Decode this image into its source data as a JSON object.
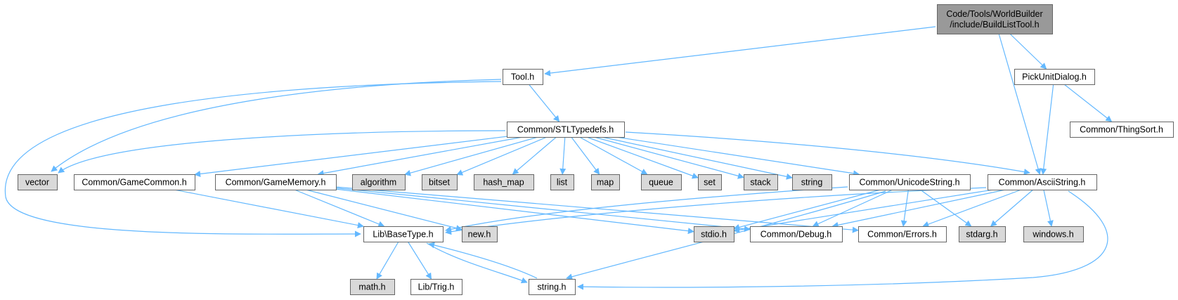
{
  "diagram": {
    "colors": {
      "root_fill": "#999999",
      "local_fill": "#ffffff",
      "system_fill": "#d9d9d9",
      "border": "#666666",
      "edge": "#63b8ff"
    },
    "nodes": [
      {
        "id": "buildlisttool",
        "kind": "root",
        "lines": [
          "Code/Tools/WorldBuilder",
          "/include/BuildListTool.h"
        ]
      },
      {
        "id": "tool",
        "kind": "local",
        "lines": [
          "Tool.h"
        ]
      },
      {
        "id": "pickunitdialog",
        "kind": "local",
        "lines": [
          "PickUnitDialog.h"
        ]
      },
      {
        "id": "stltypedefs",
        "kind": "local",
        "lines": [
          "Common/STLTypedefs.h"
        ]
      },
      {
        "id": "thingsort",
        "kind": "local",
        "lines": [
          "Common/ThingSort.h"
        ]
      },
      {
        "id": "vector",
        "kind": "system",
        "lines": [
          "vector"
        ]
      },
      {
        "id": "gamecommon",
        "kind": "local",
        "lines": [
          "Common/GameCommon.h"
        ]
      },
      {
        "id": "gamememory",
        "kind": "local",
        "lines": [
          "Common/GameMemory.h"
        ]
      },
      {
        "id": "algorithm",
        "kind": "system",
        "lines": [
          "algorithm"
        ]
      },
      {
        "id": "bitset",
        "kind": "system",
        "lines": [
          "bitset"
        ]
      },
      {
        "id": "hash_map",
        "kind": "system",
        "lines": [
          "hash_map"
        ]
      },
      {
        "id": "list",
        "kind": "system",
        "lines": [
          "list"
        ]
      },
      {
        "id": "map",
        "kind": "system",
        "lines": [
          "map"
        ]
      },
      {
        "id": "queue",
        "kind": "system",
        "lines": [
          "queue"
        ]
      },
      {
        "id": "set",
        "kind": "system",
        "lines": [
          "set"
        ]
      },
      {
        "id": "stack",
        "kind": "system",
        "lines": [
          "stack"
        ]
      },
      {
        "id": "string",
        "kind": "system",
        "lines": [
          "string"
        ]
      },
      {
        "id": "unicodestring",
        "kind": "local",
        "lines": [
          "Common/UnicodeString.h"
        ]
      },
      {
        "id": "asciistring",
        "kind": "local",
        "lines": [
          "Common/AsciiString.h"
        ]
      },
      {
        "id": "basetype",
        "kind": "local",
        "lines": [
          "Lib\\BaseType.h"
        ]
      },
      {
        "id": "new_h",
        "kind": "system",
        "lines": [
          "new.h"
        ]
      },
      {
        "id": "stdio_h",
        "kind": "system",
        "lines": [
          "stdio.h"
        ]
      },
      {
        "id": "debug",
        "kind": "local",
        "lines": [
          "Common/Debug.h"
        ]
      },
      {
        "id": "errors",
        "kind": "local",
        "lines": [
          "Common/Errors.h"
        ]
      },
      {
        "id": "stdarg_h",
        "kind": "system",
        "lines": [
          "stdarg.h"
        ]
      },
      {
        "id": "windows_h",
        "kind": "system",
        "lines": [
          "windows.h"
        ]
      },
      {
        "id": "math_h",
        "kind": "system",
        "lines": [
          "math.h"
        ]
      },
      {
        "id": "trig",
        "kind": "local",
        "lines": [
          "Lib/Trig.h"
        ]
      },
      {
        "id": "string_h",
        "kind": "local",
        "lines": [
          "string.h"
        ]
      }
    ],
    "edges": [
      {
        "from": "buildlisttool",
        "to": "tool"
      },
      {
        "from": "buildlisttool",
        "to": "pickunitdialog"
      },
      {
        "from": "buildlisttool",
        "to": "asciistring"
      },
      {
        "from": "tool",
        "to": "stltypedefs"
      },
      {
        "from": "tool",
        "to": "vector"
      },
      {
        "from": "tool",
        "to": "basetype"
      },
      {
        "from": "pickunitdialog",
        "to": "thingsort"
      },
      {
        "from": "pickunitdialog",
        "to": "asciistring"
      },
      {
        "from": "stltypedefs",
        "to": "vector"
      },
      {
        "from": "stltypedefs",
        "to": "gamecommon"
      },
      {
        "from": "stltypedefs",
        "to": "gamememory"
      },
      {
        "from": "stltypedefs",
        "to": "algorithm"
      },
      {
        "from": "stltypedefs",
        "to": "bitset"
      },
      {
        "from": "stltypedefs",
        "to": "hash_map"
      },
      {
        "from": "stltypedefs",
        "to": "list"
      },
      {
        "from": "stltypedefs",
        "to": "map"
      },
      {
        "from": "stltypedefs",
        "to": "queue"
      },
      {
        "from": "stltypedefs",
        "to": "set"
      },
      {
        "from": "stltypedefs",
        "to": "stack"
      },
      {
        "from": "stltypedefs",
        "to": "string"
      },
      {
        "from": "stltypedefs",
        "to": "unicodestring"
      },
      {
        "from": "stltypedefs",
        "to": "asciistring"
      },
      {
        "from": "gamecommon",
        "to": "basetype"
      },
      {
        "from": "gamememory",
        "to": "basetype"
      },
      {
        "from": "gamememory",
        "to": "new_h"
      },
      {
        "from": "gamememory",
        "to": "stdio_h"
      },
      {
        "from": "gamememory",
        "to": "debug"
      },
      {
        "from": "gamememory",
        "to": "errors"
      },
      {
        "from": "unicodestring",
        "to": "basetype"
      },
      {
        "from": "unicodestring",
        "to": "stdio_h"
      },
      {
        "from": "unicodestring",
        "to": "debug"
      },
      {
        "from": "unicodestring",
        "to": "errors"
      },
      {
        "from": "unicodestring",
        "to": "stdarg_h"
      },
      {
        "from": "unicodestring",
        "to": "string_h"
      },
      {
        "from": "asciistring",
        "to": "basetype"
      },
      {
        "from": "asciistring",
        "to": "stdio_h"
      },
      {
        "from": "asciistring",
        "to": "debug"
      },
      {
        "from": "asciistring",
        "to": "errors"
      },
      {
        "from": "asciistring",
        "to": "stdarg_h"
      },
      {
        "from": "asciistring",
        "to": "windows_h"
      },
      {
        "from": "asciistring",
        "to": "string_h"
      },
      {
        "from": "basetype",
        "to": "math_h"
      },
      {
        "from": "basetype",
        "to": "trig"
      },
      {
        "from": "basetype",
        "to": "string_h"
      },
      {
        "from": "string_h",
        "to": "basetype"
      }
    ]
  }
}
